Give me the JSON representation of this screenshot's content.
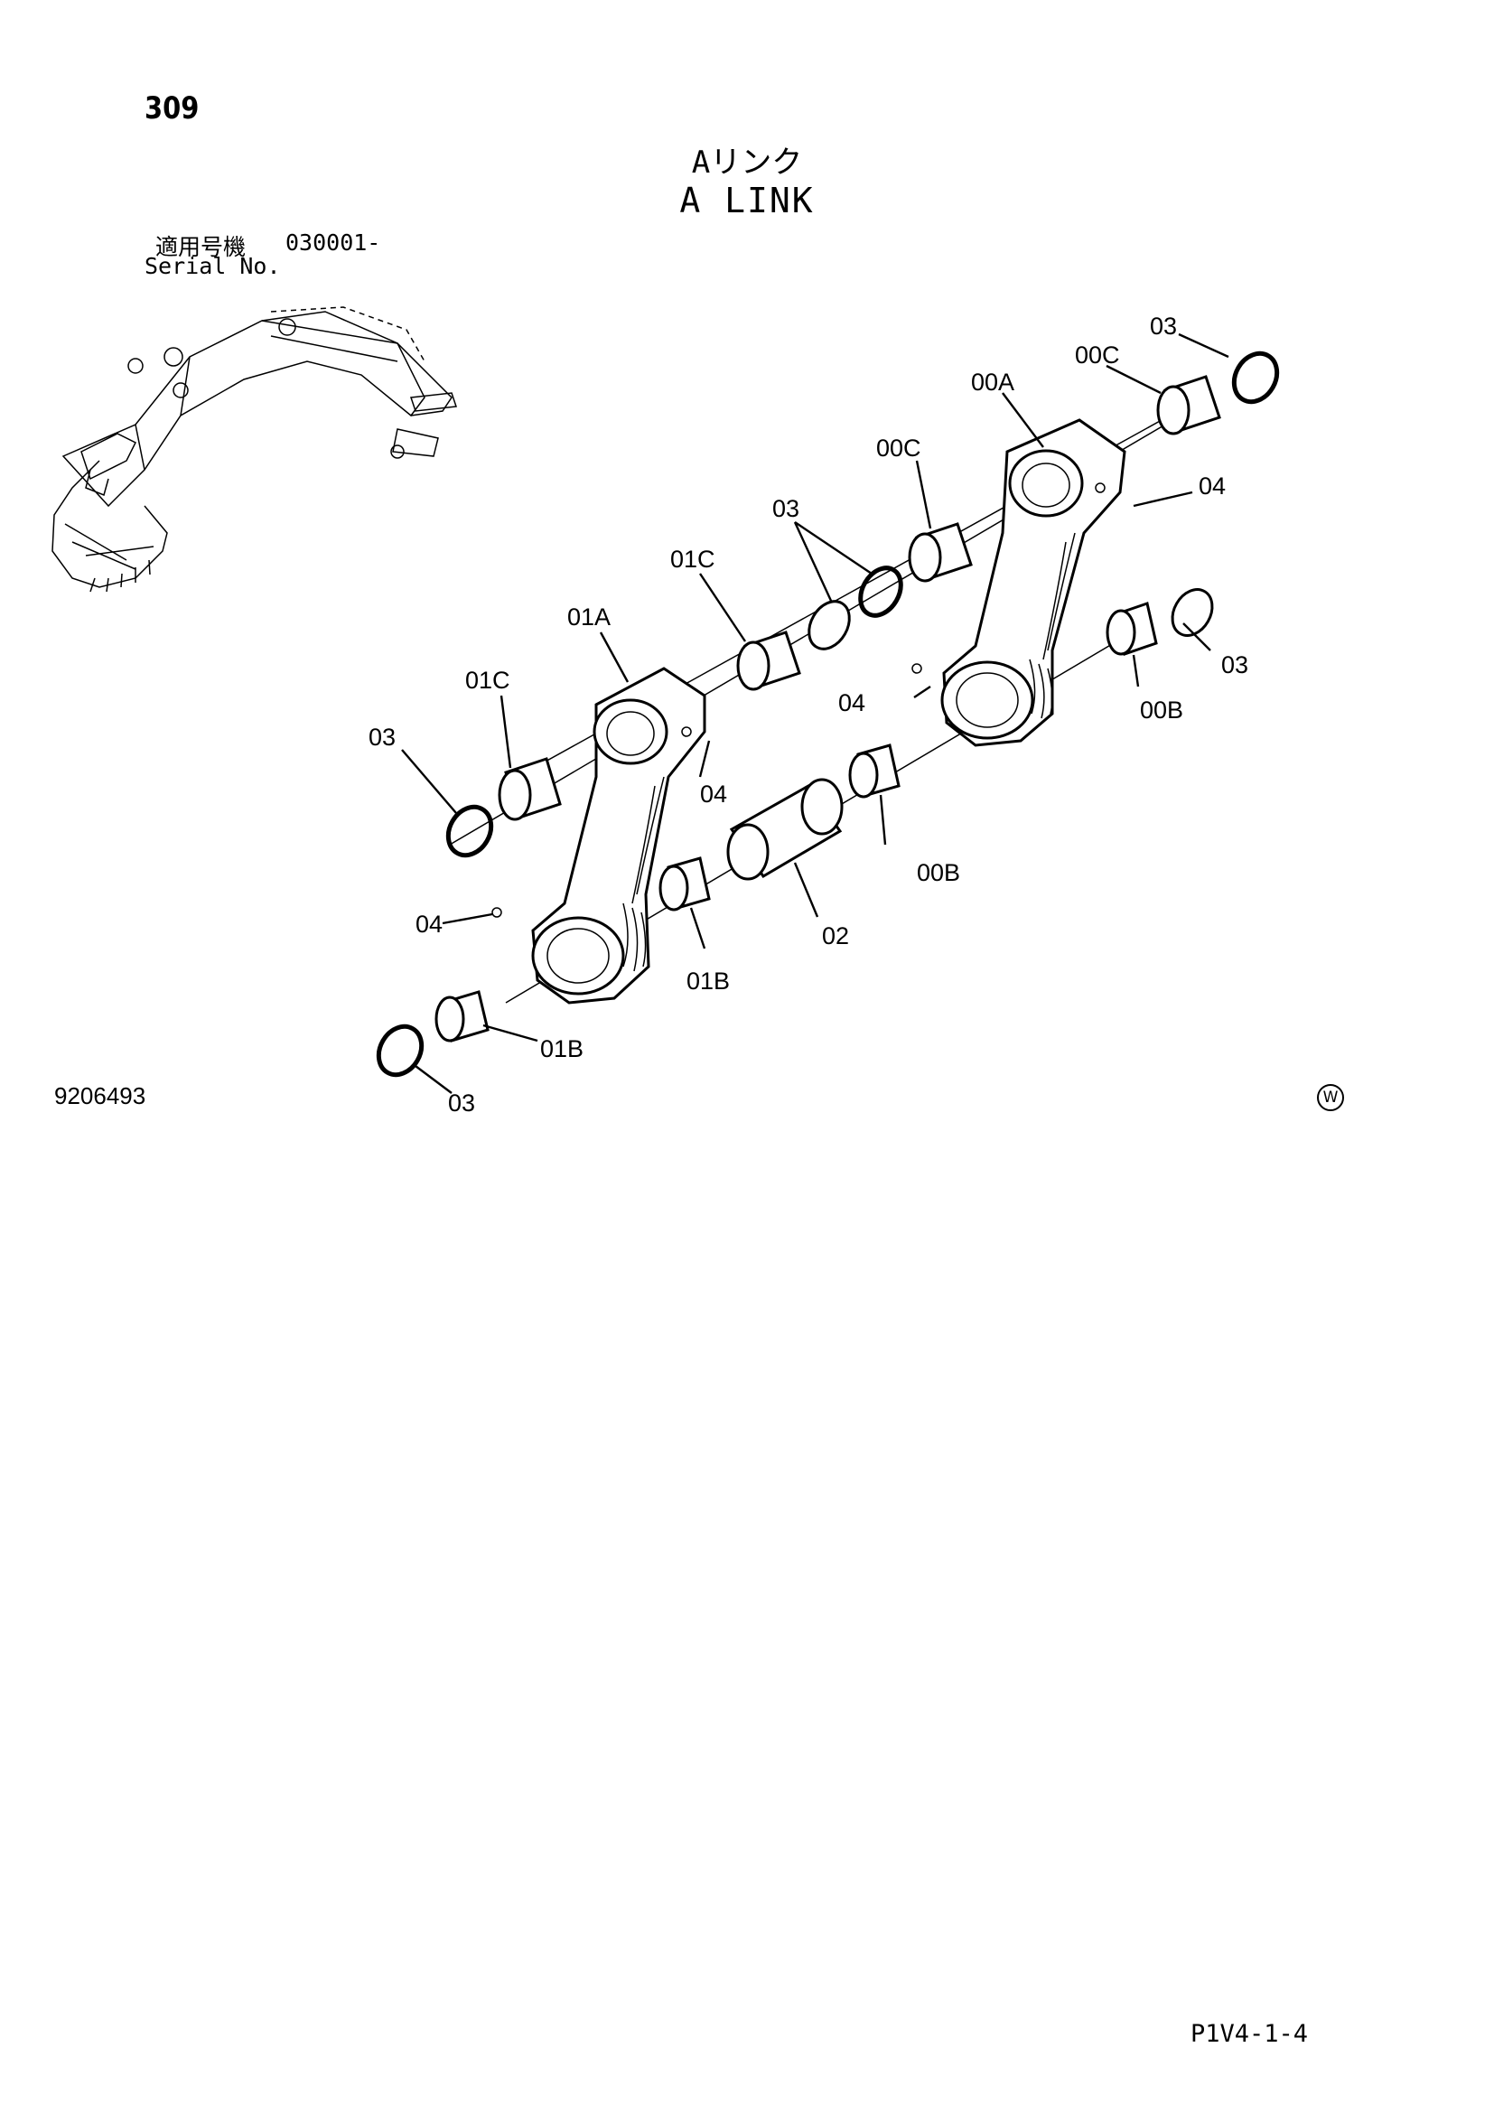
{
  "header": {
    "page_number": "309",
    "title_jp": "Aリンク",
    "title_en": "A LINK",
    "serial_label_jp": "適用号機",
    "serial_value": "030001-",
    "serial_label_en": "Serial No."
  },
  "footer": {
    "drawing_number": "9206493",
    "w_mark": "W",
    "page_ref": "P1V4-1-4"
  },
  "diagram": {
    "callouts": {
      "c03_top_right": "03",
      "c00C_top": "00C",
      "c00A": "00A",
      "c04_top_right": "04",
      "c00C_mid": "00C",
      "c03_center": "03",
      "c01C_mid": "01C",
      "c01A": "01A",
      "c03_right": "03",
      "c04_center": "04",
      "c00B_right": "00B",
      "c01C_left": "01C",
      "c03_left": "03",
      "c04_mid": "04",
      "c00B_mid": "00B",
      "c04_left": "04",
      "c02": "02",
      "c01B_mid": "01B",
      "c01B_bottom": "01B",
      "c03_bottom": "03"
    }
  }
}
